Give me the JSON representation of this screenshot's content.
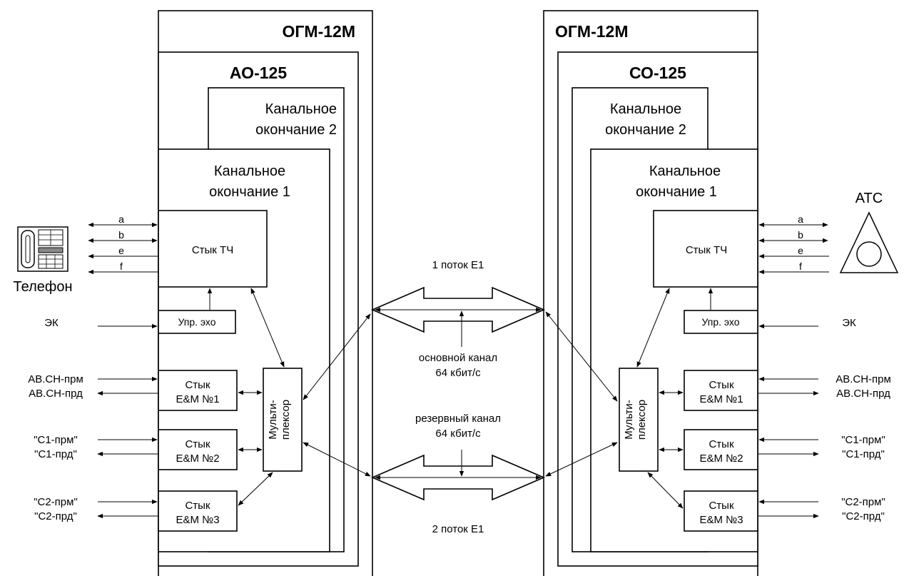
{
  "left": {
    "outer_title": "ОГМ-12М",
    "inner_title": "АО-125",
    "channel_end_2": [
      "Канальное",
      "окончание 2"
    ],
    "channel_end_1": [
      "Канальное",
      "окончание 1"
    ],
    "vf_interface": "Стык ТЧ",
    "echo_ctrl": "Упр. эхо",
    "mux": [
      "Мульти-",
      "плексор"
    ],
    "em1": [
      "Стык",
      "E&M №1"
    ],
    "em2": [
      "Стык",
      "E&M №2"
    ],
    "em3": [
      "Стык",
      "E&M №3"
    ],
    "device_label": "Телефон",
    "wires": [
      "a",
      "b",
      "e",
      "f"
    ],
    "ek": "ЭК",
    "sig_rx": "АВ.СН-прм",
    "sig_tx": "АВ.СН-прд",
    "c1_rx": "\"С1-прм\"",
    "c1_tx": "\"С1-прд\"",
    "c2_rx": "\"С2-прм\"",
    "c2_tx": "\"С2-прд\""
  },
  "right": {
    "outer_title": "ОГМ-12М",
    "inner_title": "СО-125",
    "channel_end_2": [
      "Канальное",
      "окончание 2"
    ],
    "channel_end_1": [
      "Канальное",
      "окончание 1"
    ],
    "vf_interface": "Стык ТЧ",
    "echo_ctrl": "Упр. эхо",
    "mux": [
      "Мульти-",
      "плексор"
    ],
    "em1": [
      "Стык",
      "E&M №1"
    ],
    "em2": [
      "Стык",
      "E&M №2"
    ],
    "em3": [
      "Стык",
      "E&M №3"
    ],
    "device_label": "АТС",
    "wires": [
      "a",
      "b",
      "e",
      "f"
    ],
    "ek": "ЭК",
    "sig_rx": "АВ.СН-прм",
    "sig_tx": "АВ.СН-прд",
    "c1_rx": "\"С1-прм\"",
    "c1_tx": "\"С1-прд\"",
    "c2_rx": "\"С2-прм\"",
    "c2_tx": "\"С2-прд\""
  },
  "center": {
    "stream1": "1 поток Е1",
    "main_channel": [
      "основной канал",
      "64 кбит/с"
    ],
    "reserve_channel": [
      "резервный канал",
      "64 кбит/с"
    ],
    "stream2": "2 поток Е1"
  },
  "icons": {
    "phone": "telephone-icon",
    "exchange": "telephone-exchange-icon"
  }
}
